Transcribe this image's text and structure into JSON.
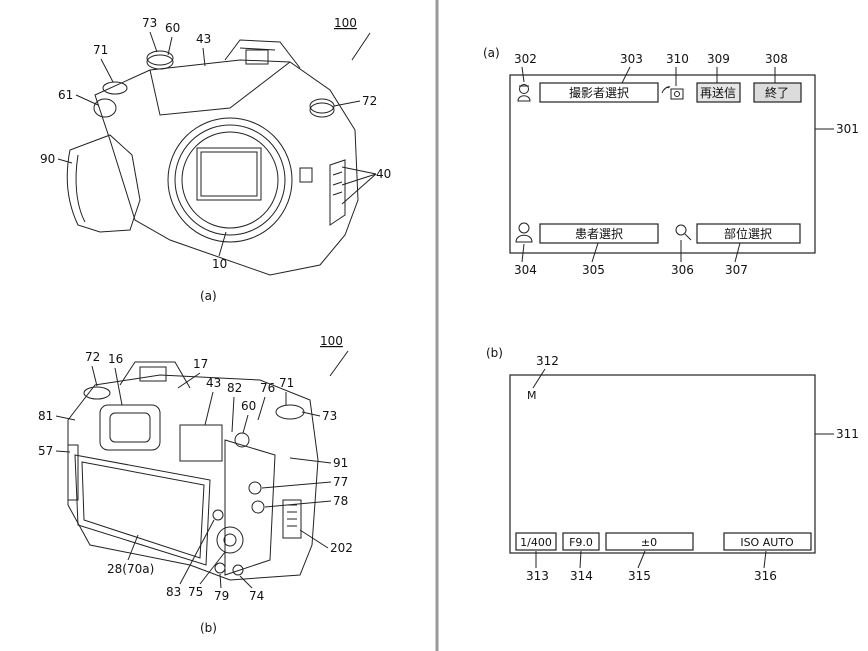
{
  "left": {
    "fig_a": {
      "ref_main": "100",
      "caption": "(a)",
      "labels": {
        "l73": "73",
        "l60": "60",
        "l43": "43",
        "l71": "71",
        "l61": "61",
        "l72": "72",
        "l90": "90",
        "l40": "40",
        "l10": "10"
      }
    },
    "fig_b": {
      "ref_main": "100",
      "caption": "(b)",
      "labels": {
        "l72": "72",
        "l16": "16",
        "l17": "17",
        "l43": "43",
        "l82": "82",
        "l76": "76",
        "l71": "71",
        "l60": "60",
        "l81": "81",
        "l73": "73",
        "l57": "57",
        "l91": "91",
        "l77": "77",
        "l78": "78",
        "l202": "202",
        "l28": "28(70a)",
        "l83": "83",
        "l75": "75",
        "l79": "79",
        "l74": "74"
      }
    }
  },
  "right": {
    "screen_a": {
      "caption": "(a)",
      "photographer_btn": "撮影者選択",
      "resend_btn": "再送信",
      "end_btn": "終了",
      "patient_btn": "患者選択",
      "part_btn": "部位選択",
      "refs": {
        "r302": "302",
        "r303": "303",
        "r310": "310",
        "r309": "309",
        "r308": "308",
        "r301": "301",
        "r304": "304",
        "r305": "305",
        "r306": "306",
        "r307": "307"
      }
    },
    "screen_b": {
      "caption": "(b)",
      "mode": "M",
      "shutter": "1/400",
      "aperture": "F9.0",
      "exposure": "±0",
      "iso": "ISO AUTO",
      "refs": {
        "r312": "312",
        "r311": "311",
        "r313": "313",
        "r314": "314",
        "r315": "315",
        "r316": "316"
      }
    }
  }
}
